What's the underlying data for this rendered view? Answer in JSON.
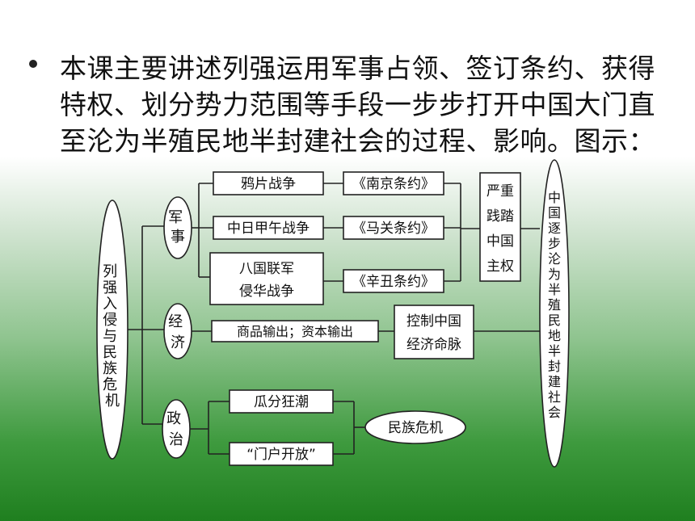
{
  "bullet": {
    "text": "本课主要讲述列强运用军事占领、签订条约、获得特权、划分势力范围等手段一步步打开中国大门直至沦为半殖民地半封建社会的过程、影响。图示："
  },
  "diagram": {
    "root": "列强入侵与民族危机",
    "branches": {
      "military": "军事",
      "economic": "经济",
      "political": "政治"
    },
    "wars": {
      "opium": "鸦片战争",
      "sino_japanese": "中日甲午战争",
      "eight_nation_line1": "八国联军",
      "eight_nation_line2": "侵华战争"
    },
    "treaties": {
      "nanjing": "《南京条约》",
      "shimonoseki": "《马关条约》",
      "xinchou": "《辛丑条约》"
    },
    "sovereignty": [
      "严重",
      "践踏",
      "中国",
      "主权"
    ],
    "economic_means": "商品输出；资本输出",
    "economic_result_line1": "控制中国",
    "economic_result_line2": "经济命脉",
    "political_items": {
      "partition": "瓜分狂潮",
      "open_door": "“门户开放”"
    },
    "national_crisis": "民族危机",
    "outcome": "中国逐步沦为半殖民地半封建社会"
  }
}
